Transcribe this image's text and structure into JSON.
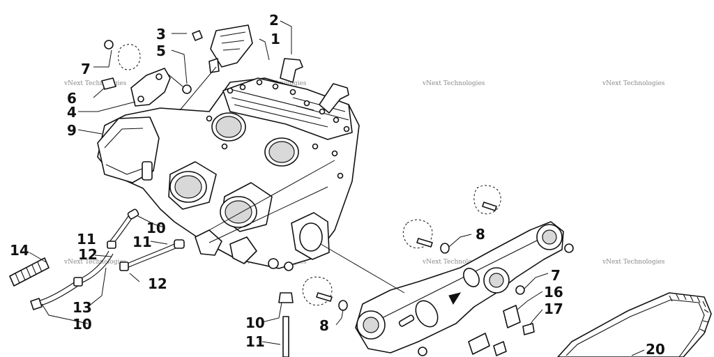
{
  "watermark": "vNext Technologies",
  "callouts": [
    {
      "id": "c1",
      "label": "1"
    },
    {
      "id": "c2",
      "label": "2"
    },
    {
      "id": "c3",
      "label": "3"
    },
    {
      "id": "c5",
      "label": "5"
    },
    {
      "id": "c7a",
      "label": "7"
    },
    {
      "id": "c6",
      "label": "6"
    },
    {
      "id": "c4",
      "label": "4"
    },
    {
      "id": "c9",
      "label": "9"
    },
    {
      "id": "c10a",
      "label": "10"
    },
    {
      "id": "c11a",
      "label": "11"
    },
    {
      "id": "c11b",
      "label": "11"
    },
    {
      "id": "c12a",
      "label": "12"
    },
    {
      "id": "c14",
      "label": "14"
    },
    {
      "id": "c12b",
      "label": "12"
    },
    {
      "id": "c13",
      "label": "13"
    },
    {
      "id": "c10b",
      "label": "10"
    },
    {
      "id": "c10c",
      "label": "10"
    },
    {
      "id": "c11c",
      "label": "11"
    },
    {
      "id": "c8a",
      "label": "8"
    },
    {
      "id": "c8b",
      "label": "8"
    },
    {
      "id": "c7b",
      "label": "7"
    },
    {
      "id": "c16",
      "label": "16"
    },
    {
      "id": "c17",
      "label": "17"
    },
    {
      "id": "c20",
      "label": "20"
    }
  ]
}
